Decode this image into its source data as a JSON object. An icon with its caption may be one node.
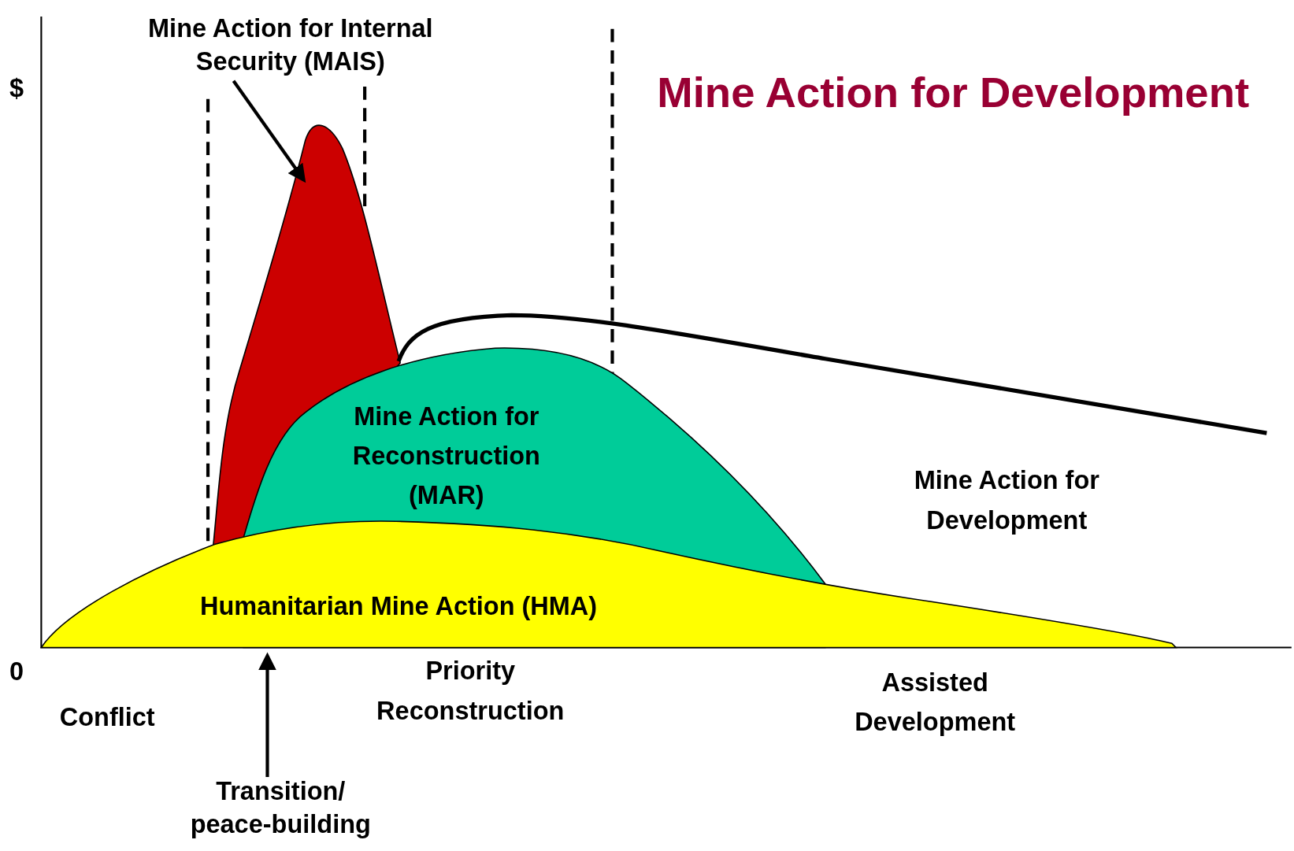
{
  "diagram": {
    "title": "Mine Action for Development",
    "nodes": [
      {
        "text": [
          "Mine Action for Internal Security (MAIS)"
        ]
      },
      {
        "text": [],
        "shape": "area"
      },
      {
        "text": [
          "Mine Action for Reconstruction (MAR)"
        ]
      },
      {
        "text": [
          "Humanitarian Mine Action (HMA)"
        ]
      },
      {
        "text": [
          "Transition/ peace-building"
        ]
      }
    ],
    "edges": [
      {
        "from": 0,
        "to": 1,
        "arrow": "to"
      },
      {
        "from": 4,
        "to": 3,
        "arrow": "to"
      }
    ],
    "labels": [
      "$",
      "0",
      "Conflict",
      "Priority Reconstruction",
      "Assisted Development",
      "Mine Action for Development"
    ]
  }
}
